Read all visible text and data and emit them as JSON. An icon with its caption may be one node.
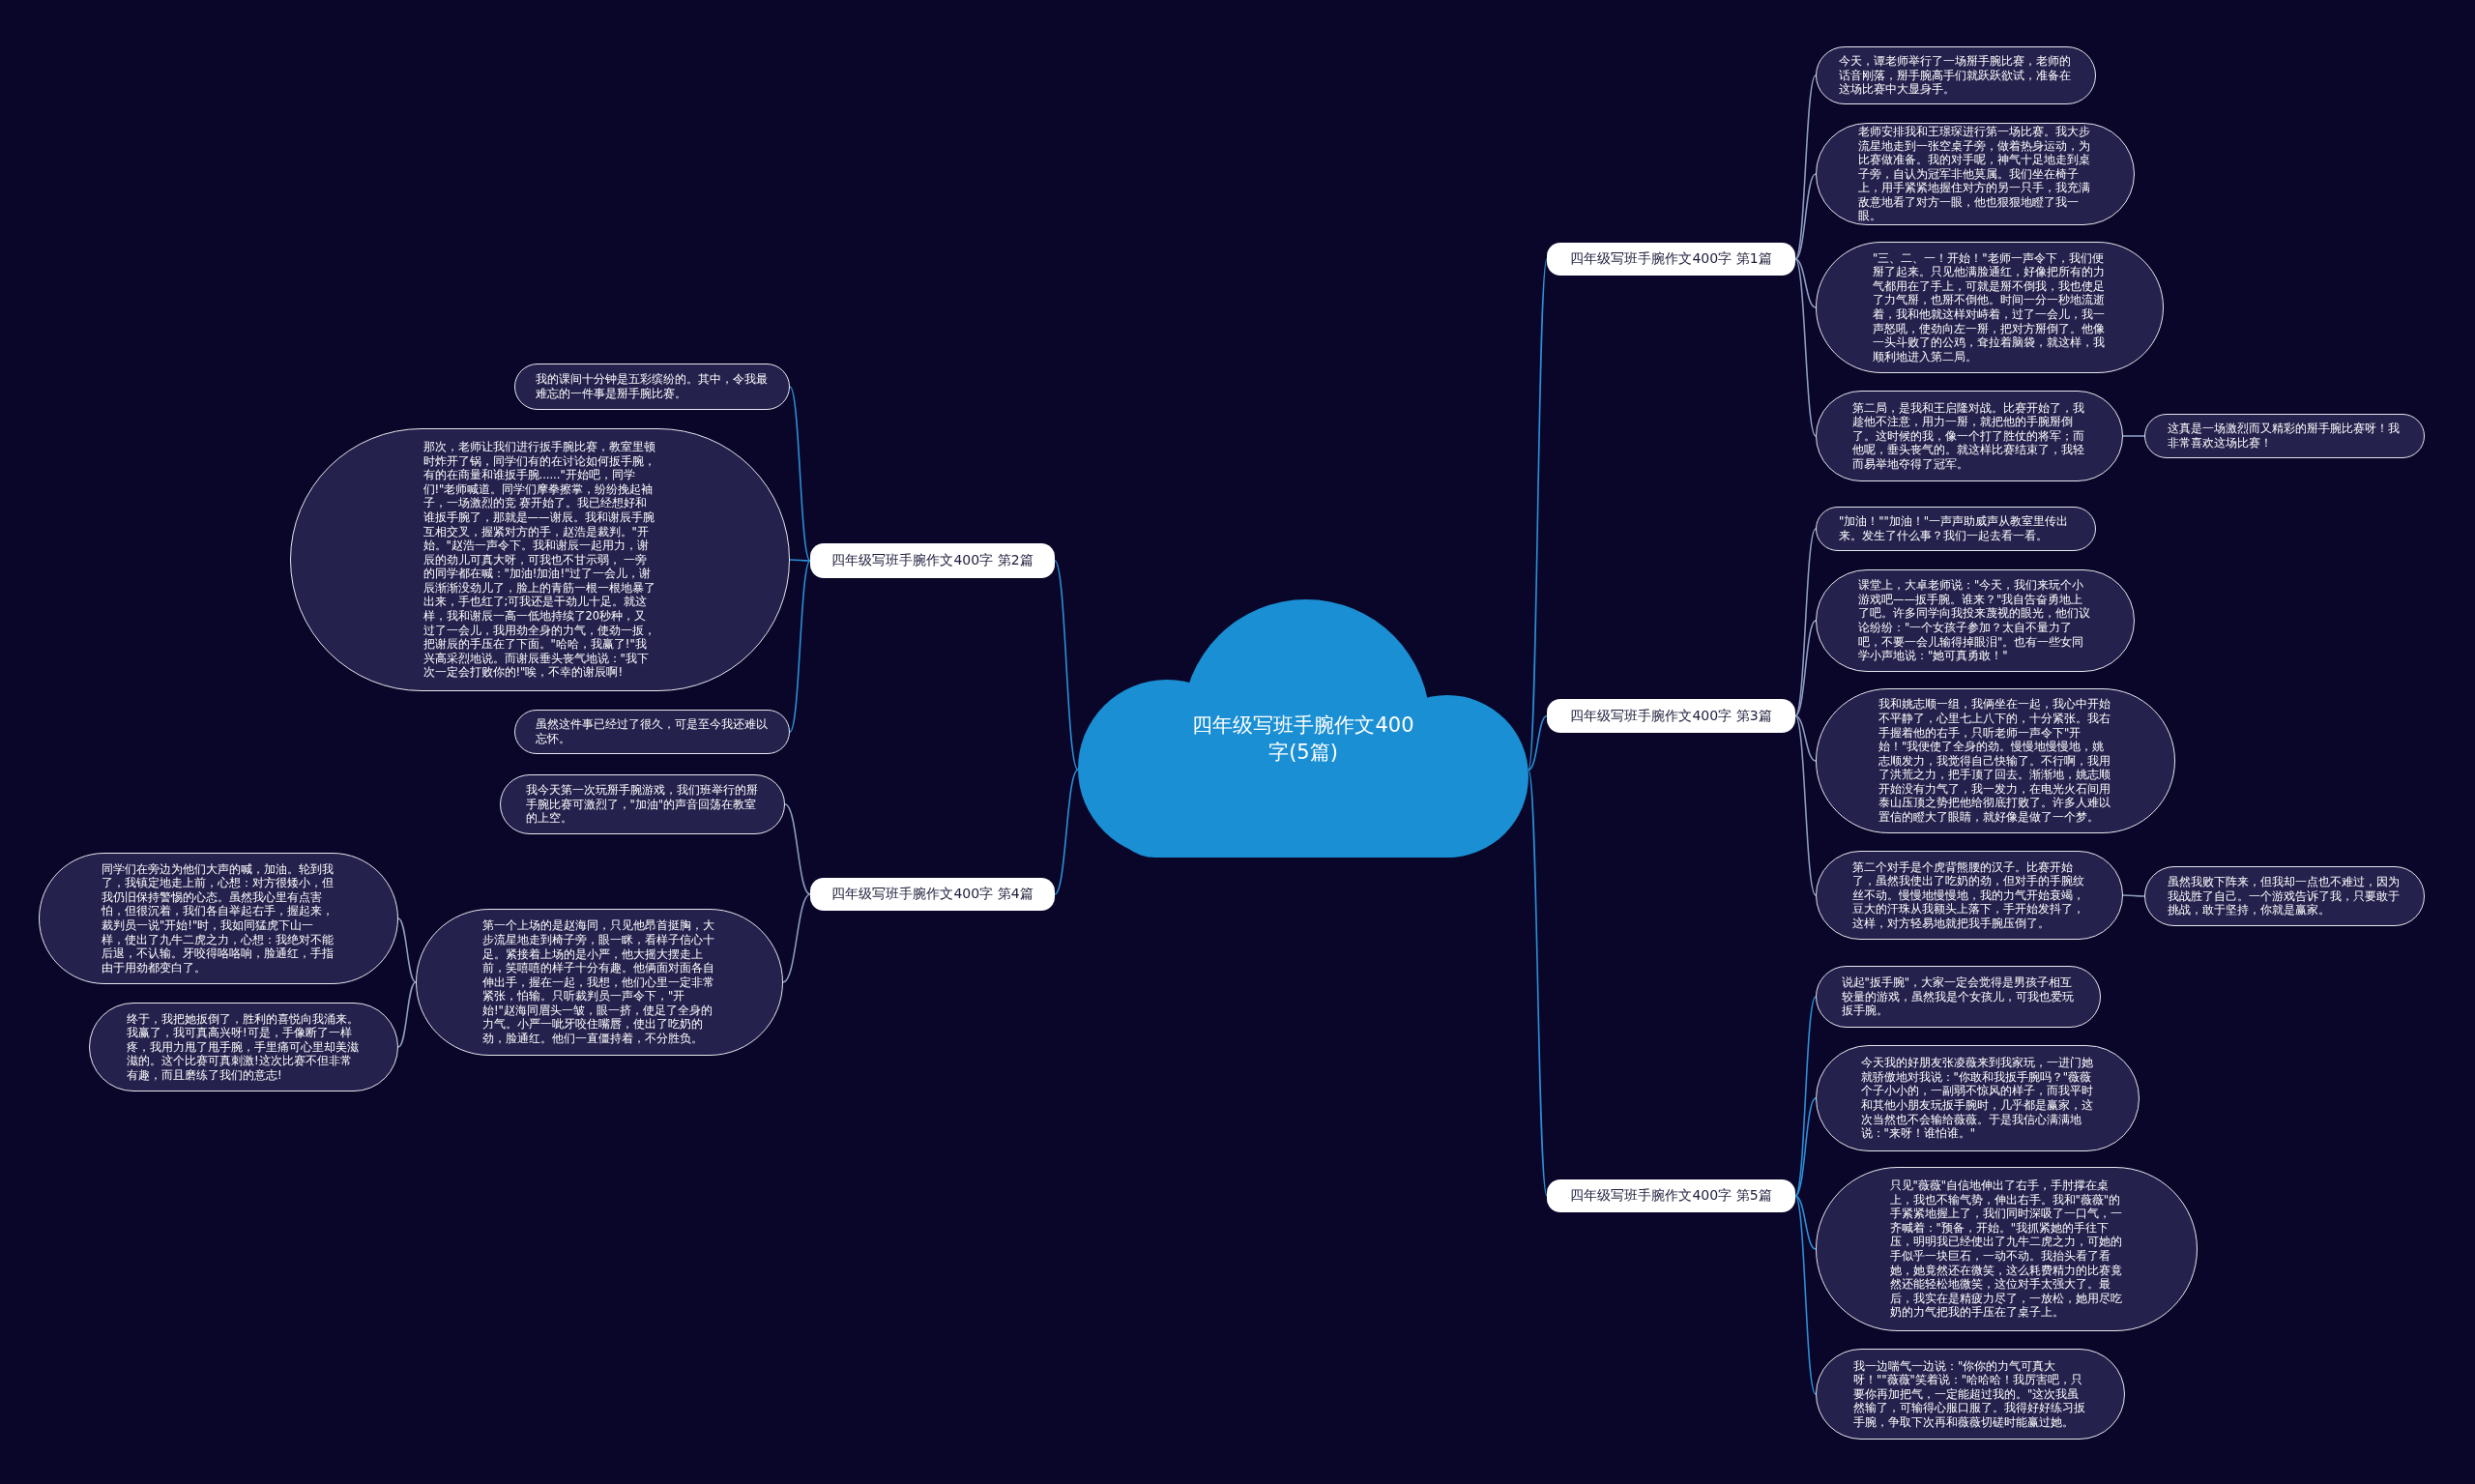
{
  "diagram": {
    "nodes": [
      {
        "text": [
          "四年级写班手腕作文400字(5篇)"
        ]
      },
      {
        "text": [
          "四年级写班手腕作文400字 第1篇"
        ]
      },
      {
        "text": [
          "今天，谭老师举行了一场掰手腕比赛，老师的话音刚落，掰手腕高手们就跃跃欲试，准备在这场比赛中大显身手。"
        ]
      },
      {
        "text": [
          "老师安排我和王璟琛进行第一场比赛。我大步流星地走到一张空桌子旁，做着热身运动，为比赛做准备。我的对手呢，神气十足地走到桌子旁，自认为冠军非他莫属。我们坐在椅子上，用手紧紧地握住对方的另一只手，我充满敌意地看了对方一眼，他也狠狠地瞪了我一眼。"
        ]
      },
      {
        "text": [
          "\"三、二、一！开始！\"老师一声令下，我们便掰了起来。只见他满脸通红，好像把所有的力气都用在了手上，可就是掰不倒我，我也使足了力气掰，也掰不倒他。时间一分一秒地流逝着，我和他就这样对峙着，过了一会儿，我一声怒吼，使劲向左一掰，把对方掰倒了。他像一头斗败了的公鸡，耷拉着脑袋，就这样，我顺利地进入第二局。"
        ]
      },
      {
        "text": [
          "第二局，是我和王启隆对战。比赛开始了，我趁他不注意，用力一掰，就把他的手腕掰倒了。这时候的我，像一个打了胜仗的将军；而他呢，垂头丧气的。就这样比赛结束了，我轻而易举地夺得了冠军。"
        ]
      },
      {
        "text": [
          "这真是一场激烈而又精彩的掰手腕比赛呀！我非常喜欢这场比赛！"
        ]
      },
      {
        "text": [
          "四年级写班手腕作文400字 第2篇"
        ]
      },
      {
        "text": [
          "我的课间十分钟是五彩缤纷的。其中，令我最难忘的一件事是掰手腕比赛。"
        ]
      },
      {
        "text": [
          "那次，老师让我们进行扳手腕比赛，教室里顿时炸开了锅，同学们有的在讨论如何扳手腕，有的在商量和谁扳手腕......\"开始吧，同学们!\"老师喊道。同学们摩拳擦掌，纷纷挽起袖子，一场激烈的竞 赛开始了。我已经想好和谁扳手腕了，那就是——谢辰。我和谢辰手腕互相交叉，握紧对方的手，赵浩是裁判。\"开始。\"赵浩一声令下。我和谢辰一起用力，谢辰的劲儿可真大呀，可我也不甘示弱， 一旁的同学都在喊：\"加油!加油!\"过了一会儿，谢辰渐渐没劲儿了，脸上的青筋一根一根地暴了出来，手也红了;可我还是干劲儿十足。就这样，我和谢辰一高一低地持续了20秒种，又过了一会儿，我用劲全身的力气，使劲一扳，把谢辰的手压在了下面。\"哈哈，我赢了!\"我兴高采烈地说。而谢辰垂头丧气地说：\"我下次一定会打败你的!\"唉，不幸的谢辰啊!"
        ]
      },
      {
        "text": [
          "虽然这件事已经过了很久，可是至今我还难以忘怀。"
        ]
      },
      {
        "text": [
          "四年级写班手腕作文400字 第3篇"
        ]
      },
      {
        "text": [
          "\"加油！\"\"加油！\"一声声助威声从教室里传出来。发生了什么事？我们一起去看一看。"
        ]
      },
      {
        "text": [
          "课堂上，大卓老师说：\"今天，我们来玩个小游戏吧——扳手腕。谁来？\"我自告奋勇地上了吧。许多同学向我投来蔑视的眼光，他们议论纷纷：\"一个女孩子参加？太自不量力了吧，不要一会儿输得掉眼泪\"。也有一些女同学小声地说：\"她可真勇敢！\""
        ]
      },
      {
        "text": [
          "我和姚志顺一组，我俩坐在一起，我心中开始不平静了，心里七上八下的，十分紧张。我右手握着他的右手，只听老师一声令下\"开始！\"我便使了全身的劲。慢慢地慢慢地，姚志顺发力，我觉得自己快输了。不行啊，我用了洪荒之力，把手顶了回去。渐渐地，姚志顺开始没有力气了，我一发力，在电光火石间用泰山压顶之势把他给彻底打败了。许多人难以置信的瞪大了眼睛，就好像是做了一个梦。"
        ]
      },
      {
        "text": [
          "第二个对手是个虎背熊腰的汉子。比赛开始了，虽然我使出了吃奶的劲，但对手的手腕纹丝不动。慢慢地慢慢地，我的力气开始衰竭，豆大的汗珠从我额头上落下，手开始发抖了，这样，对方轻易地就把我手腕压倒了。"
        ]
      },
      {
        "text": [
          "虽然我败下阵来，但我却一点也不难过，因为我战胜了自己。一个游戏告诉了我，只要敢于挑战，敢于坚持，你就是赢家。"
        ]
      },
      {
        "text": [
          "四年级写班手腕作文400字 第4篇"
        ]
      },
      {
        "text": [
          "我今天第一次玩掰手腕游戏，我们班举行的掰手腕比赛可激烈了，\"加油\"的声音回荡在教室的上空。"
        ]
      },
      {
        "text": [
          "第一个上场的是赵海同，只见他昂首挺胸，大步流星地走到椅子旁，眼一眯，看样子信心十足。紧接着上场的是小严，他大摇大摆走上前，笑嘻嘻的样子十分有趣。他俩面对面各自伸出手，握在一起，我想，他们心里一定非常紧张，怕输。只听裁判员一声令下，\"开始!\"赵海同眉头一皱，眼一挤，使足了全身的力气。小严一呲牙咬住嘴唇，使出了吃奶的劲，脸通红。他们一直僵持着，不分胜负。"
        ]
      },
      {
        "text": [
          "同学们在旁边为他们大声的喊，加油。轮到我了，我镇定地走上前，心想：对方很矮小，但我仍旧保持警惕的心态。虽然我心里有点害怕，但很沉着，我们各自举起右手，握起来，裁判员一说\"开始!\"时，我如同猛虎下山一样，使出了九牛二虎之力，心想：我绝对不能后退，不认输。牙咬得咯咯响，脸通红，手指由于用劲都变白了。"
        ]
      },
      {
        "text": [
          "终于，我把她扳倒了，胜利的喜悦向我涌来。我赢了，我可真高兴呀!可是，手像断了一样疼，我用力甩了甩手腕，手里痛可心里却美滋滋的。这个比赛可真刺激!这次比赛不但非常有趣，而且磨练了我们的意志!"
        ]
      },
      {
        "text": [
          "四年级写班手腕作文400字 第5篇"
        ]
      },
      {
        "text": [
          "说起\"扳手腕\"，大家一定会觉得是男孩子相互较量的游戏，虽然我是个女孩儿，可我也爱玩扳手腕。"
        ]
      },
      {
        "text": [
          "今天我的好朋友张凌薇来到我家玩，一进门她就骄傲地对我说：\"你敢和我扳手腕吗？\"薇薇个子小小的，一副弱不惊风的样子，而我平时和其他小朋友玩扳手腕时，几乎都是赢家，这次当然也不会输给薇薇。于是我信心满满地说：\"来呀！谁怕谁。\""
        ]
      },
      {
        "text": [
          "只见\"薇薇\"自信地伸出了右手，手肘撑在桌上，我也不输气势，伸出右手。我和\"薇薇\"的手紧紧地握上了，我们同时深吸了一口气，一齐喊着：\"预备，开始。\"我抓紧她的手往下压，明明我已经使出了九牛二虎之力，可她的手似乎一块巨石，一动不动。我抬头看了看她，她竟然还在微笑，这么耗费精力的比赛竟然还能轻松地微笑，这位对手太强大了。最后，我实在是精疲力尽了，一放松，她用尽吃奶的力气把我的手压在了桌子上。"
        ]
      },
      {
        "text": [
          "我一边喘气一边说：\"你你的力气可真大呀！\"\"薇薇\"笑着说：\"哈哈哈！我厉害吧，只要你再加把气，一定能超过我的。\"这次我虽然输了，可输得心服口服了。我得好好练习扳手腕，争取下次再和薇薇切磋时能赢过她。"
        ]
      }
    ],
    "edges": [
      {
        "from": 0,
        "to": 1,
        "arrow": "none",
        "color": "#2b8fd6"
      },
      {
        "from": 1,
        "to": 2,
        "arrow": "none"
      },
      {
        "from": 1,
        "to": 3,
        "arrow": "none"
      },
      {
        "from": 1,
        "to": 4,
        "arrow": "none"
      },
      {
        "from": 1,
        "to": 5,
        "arrow": "none"
      },
      {
        "from": 5,
        "to": 6,
        "arrow": "none"
      },
      {
        "from": 0,
        "to": 7,
        "arrow": "none",
        "color": "#2b8fd6"
      },
      {
        "from": 7,
        "to": 8,
        "arrow": "none",
        "color": "#2b8fd6"
      },
      {
        "from": 7,
        "to": 9,
        "arrow": "none",
        "color": "#2b8fd6"
      },
      {
        "from": 7,
        "to": 10,
        "arrow": "none",
        "color": "#2b8fd6"
      },
      {
        "from": 0,
        "to": 11,
        "arrow": "none",
        "color": "#2b8fd6"
      },
      {
        "from": 11,
        "to": 12,
        "arrow": "none"
      },
      {
        "from": 11,
        "to": 13,
        "arrow": "none"
      },
      {
        "from": 11,
        "to": 14,
        "arrow": "none"
      },
      {
        "from": 11,
        "to": 15,
        "arrow": "none"
      },
      {
        "from": 15,
        "to": 16,
        "arrow": "none"
      },
      {
        "from": 0,
        "to": 17,
        "arrow": "none",
        "color": "#2b8fd6"
      },
      {
        "from": 17,
        "to": 18,
        "arrow": "none"
      },
      {
        "from": 17,
        "to": 19,
        "arrow": "none"
      },
      {
        "from": 19,
        "to": 20,
        "arrow": "none"
      },
      {
        "from": 19,
        "to": 21,
        "arrow": "none"
      },
      {
        "from": 0,
        "to": 22,
        "arrow": "none",
        "color": "#2b8fd6"
      },
      {
        "from": 22,
        "to": 23,
        "arrow": "none",
        "color": "#2b8fd6"
      },
      {
        "from": 22,
        "to": 24,
        "arrow": "none",
        "color": "#2b8fd6"
      },
      {
        "from": 22,
        "to": 25,
        "arrow": "none",
        "color": "#2b8fd6"
      },
      {
        "from": 22,
        "to": 26,
        "arrow": "none",
        "color": "#2b8fd6"
      }
    ]
  }
}
